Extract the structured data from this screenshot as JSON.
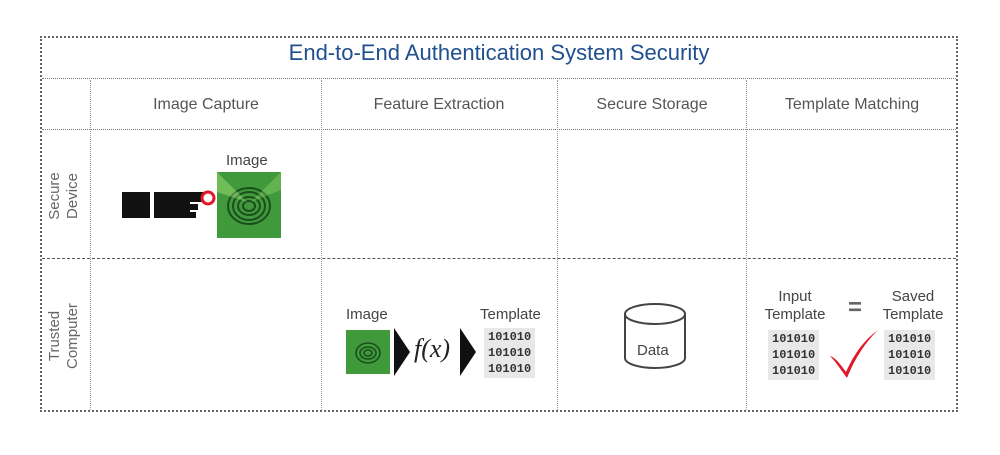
{
  "title": "End-to-End Authentication System Security",
  "columns": [
    "Image Capture",
    "Feature Extraction",
    "Secure Storage",
    "Template Matching"
  ],
  "rows": {
    "secure_device": [
      "Secure",
      "Device"
    ],
    "trusted_computer": [
      "Trusted",
      "Computer"
    ]
  },
  "image_capture": {
    "image_label": "Image"
  },
  "feature_extraction": {
    "image_label": "Image",
    "function_label": "f(x)",
    "template_label": "Template",
    "template_bits": [
      "101010",
      "101010",
      "101010"
    ]
  },
  "secure_storage": {
    "data_label": "Data"
  },
  "template_matching": {
    "input_label": [
      "Input",
      "Template"
    ],
    "equals": "=",
    "saved_label": [
      "Saved",
      "Template"
    ],
    "input_bits": [
      "101010",
      "101010",
      "101010"
    ],
    "saved_bits": [
      "101010",
      "101010",
      "101010"
    ]
  },
  "colors": {
    "title": "#1f4f8f",
    "check": "#e0182a",
    "fingerprint": "#2f8f2f"
  }
}
